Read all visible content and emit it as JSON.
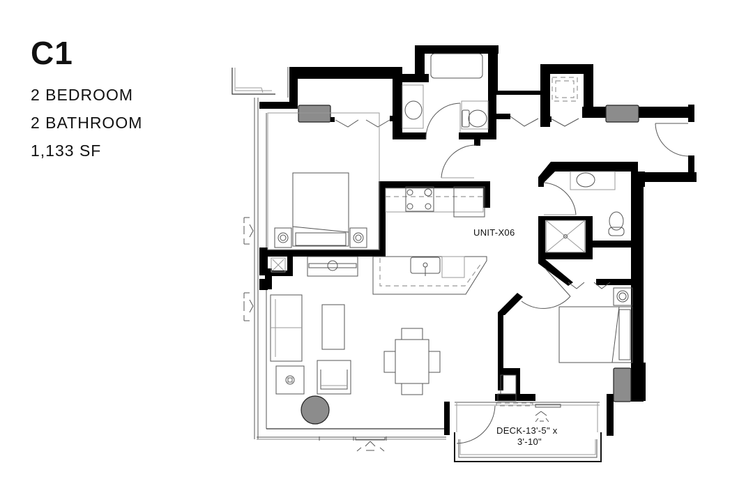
{
  "unit": {
    "code": "C1",
    "bedrooms": "2 BEDROOM",
    "bathrooms": "2 BATHROOM",
    "area": "1,133 SF"
  },
  "plan": {
    "unit_label": "UNIT-X06",
    "deck_label_line1": "DECK-13'-5\" x",
    "deck_label_line2": "3'-10\""
  },
  "colors": {
    "wall": "#000000",
    "appliance_gray": "#8c8c8c",
    "background": "#ffffff"
  }
}
